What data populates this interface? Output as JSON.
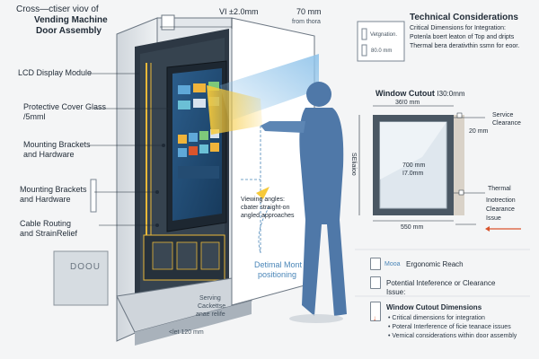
{
  "header": {
    "title_line1": "Cross—ctiser viov of",
    "title_line2": "Vending Machine",
    "title_line3": "Door Assembly",
    "dim_top": "VI ±2.0mm",
    "dim_right_value": "70 mm",
    "dim_right_note": "from thora"
  },
  "machine_labels": {
    "lcd": "LCD Display Module",
    "cover_glass_1": "Protective Cover Glass",
    "cover_glass_2": "/5mml",
    "brackets_a_1": "Mounting Brackets",
    "brackets_a_2": "and Hardware",
    "brackets_b_1": "Mounting Brackets",
    "brackets_b_2": "and Hardware",
    "cable_1": "Cable Routing",
    "cable_2": "and StrainRelief",
    "side_text": "DOOU",
    "serving_1": "Serving",
    "serving_2": "Cackettse",
    "serving_3": "anae relife",
    "bottom_dim": "<let 120 mm"
  },
  "viewing": {
    "line1": "Viewing angles:",
    "line2": "cbater straight-on",
    "line3": "angled approaches",
    "position_1": "Detimal Mont",
    "position_2": "positioning"
  },
  "technical": {
    "title": "Technical Considerations",
    "line1": "Critical Dimensions for Integration:",
    "line2": "Potenla boert leaton of Top and dripts",
    "line3": "Thermal bera derativthin ssmn for eoor.",
    "ventilation": "Vetgnation.",
    "ventilation_dim": "80.0 mm"
  },
  "window_cutout": {
    "title": "Window Cutout",
    "title_dim": "I30:0mm",
    "top_dim": "36!0 mm",
    "side_text": "SEliaioo",
    "inner_dim_1": "700 mm",
    "inner_dim_2": "I7.0mm",
    "bottom_dim": "550 mm",
    "service_1": "Service",
    "service_2": "Clearance",
    "service_dim": "20 mm",
    "thermal_1": "Thermal",
    "thermal_2": "Inotrection",
    "thermal_3": "Clearance",
    "thermal_4": "Issue"
  },
  "legend": {
    "item1_code": "Mooa",
    "item1_text": "Ergonomic Reach",
    "item2_line1": "Potential Inteference or Clearance",
    "item2_line2": "Issue:",
    "item3_title": "Window Cutout Dimensions",
    "bullets": [
      "• Critical dimensions for integration",
      "• Poteral Interference of ficie teanace issues",
      "• Vemical considerations within door assembly"
    ]
  },
  "colors": {
    "machine_body": "#e4e7ea",
    "frame_dark": "#2d3844",
    "screen_blue": "#2f6a98",
    "person_blue": "#4f78a8",
    "light_yellow": "#f6c93a",
    "accent_red": "#d9542c"
  }
}
